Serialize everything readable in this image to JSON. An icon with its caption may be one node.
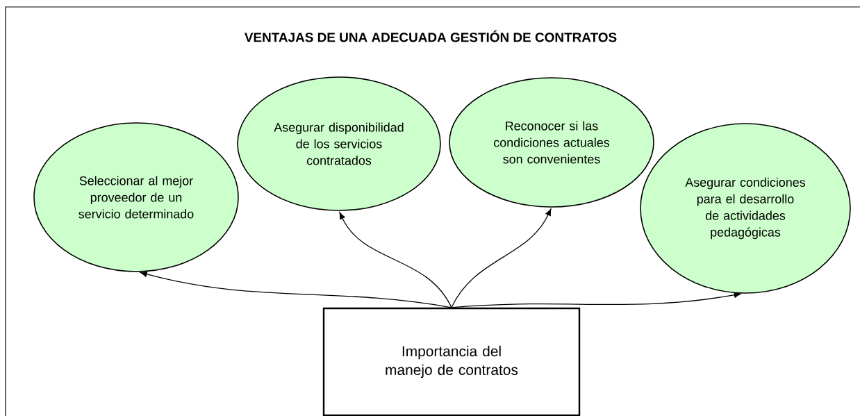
{
  "diagram": {
    "title": "VENTAJAS DE UNA ADECUADA GESTIÓN DE CONTRATOS",
    "nodes": [
      {
        "text": [
          "Importancia del manejo de contratos"
        ]
      },
      {
        "text": [
          "Seleccionar al mejor proveedor de un servicio determinado"
        ]
      },
      {
        "text": [
          "Asegurar disponibilidad de los servicios contratados"
        ]
      },
      {
        "text": [
          "Reconocer si las condiciones actuales son convenientes"
        ]
      },
      {
        "text": [
          "Asegurar condiciones para el desarrollo de actividades pedagógicas"
        ]
      }
    ],
    "edges": [
      {
        "from": 0,
        "to": 1,
        "arrow": "to"
      },
      {
        "from": 0,
        "to": 2,
        "arrow": "to"
      },
      {
        "from": 0,
        "to": 3,
        "arrow": "to"
      },
      {
        "from": 0,
        "to": 4,
        "arrow": "to"
      }
    ]
  }
}
